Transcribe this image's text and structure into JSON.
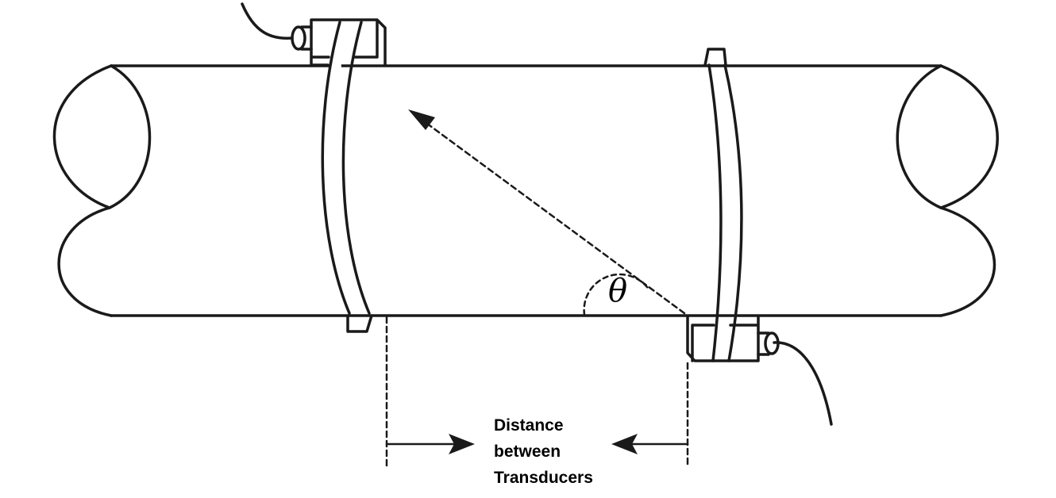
{
  "diagram": {
    "title": "Clamp-on ultrasonic flowmeter transducer mounting",
    "angle_symbol": "θ",
    "distance_label": [
      "Distance",
      "between",
      "Transducers"
    ],
    "colors": {
      "line": "#1a1a1a",
      "background": "#ffffff"
    }
  }
}
